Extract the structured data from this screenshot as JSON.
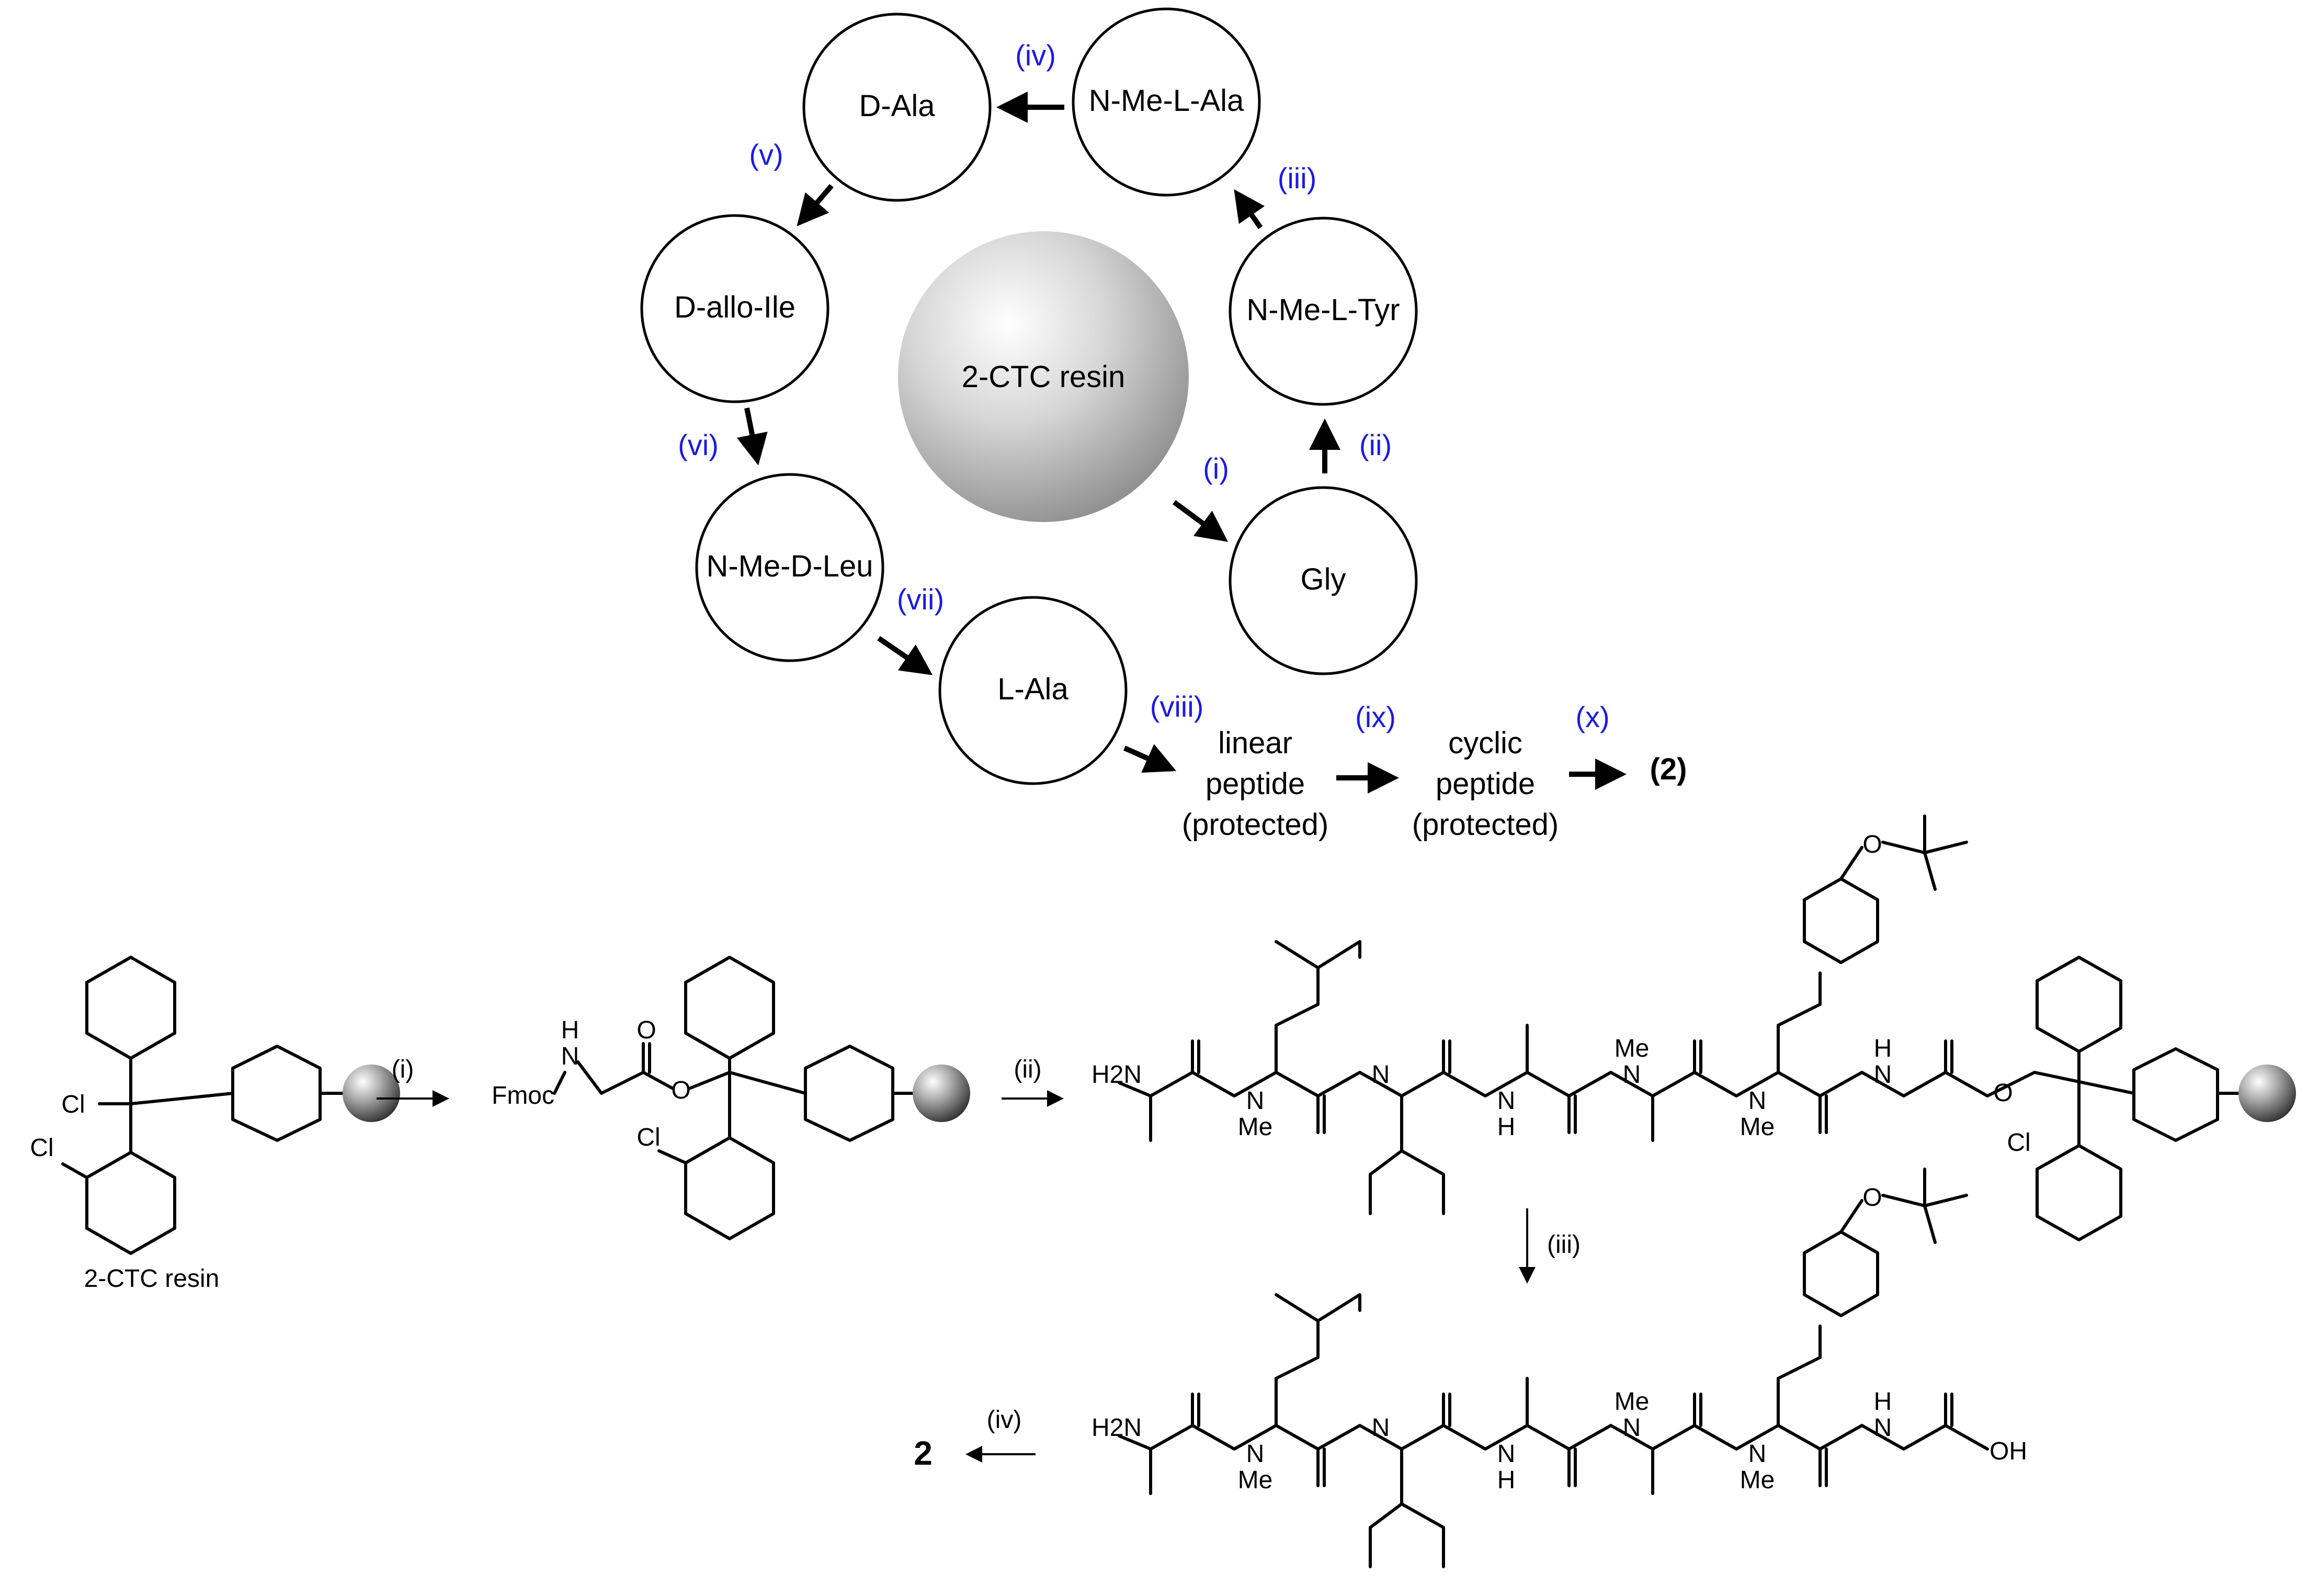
{
  "colors": {
    "step_label": "#1a1ae6",
    "resin_bead": "#bdbdbd",
    "line": "#000000"
  },
  "cycle": {
    "center": "2-CTC resin",
    "residues": [
      "D-Ala",
      "N-Me-L-Ala",
      "D-allo-Ile",
      "N-Me-L-Tyr",
      "N-Me-D-Leu",
      "Gly",
      "L-Ala"
    ],
    "steps": [
      "(i)",
      "(ii)",
      "(iii)",
      "(iv)",
      "(v)",
      "(vi)",
      "(vii)",
      "(viii)",
      "(ix)",
      "(x)"
    ],
    "linear": [
      "linear",
      "peptide",
      "(protected)"
    ],
    "cyclic": [
      "cyclic",
      "peptide",
      "(protected)"
    ],
    "product": "(2)"
  },
  "scheme": {
    "resin_caption": "2-CTC resin",
    "steps": [
      "(i)",
      "(ii)",
      "(iii)",
      "(iv)"
    ],
    "product": "2",
    "atoms": {
      "cl": "Cl",
      "fmoc": "Fmoc",
      "nh_n": "N",
      "nh_h": "H",
      "o": "O",
      "h2n": "H2N",
      "n": "N",
      "me": "Me",
      "h": "H",
      "oh": "OH"
    }
  }
}
